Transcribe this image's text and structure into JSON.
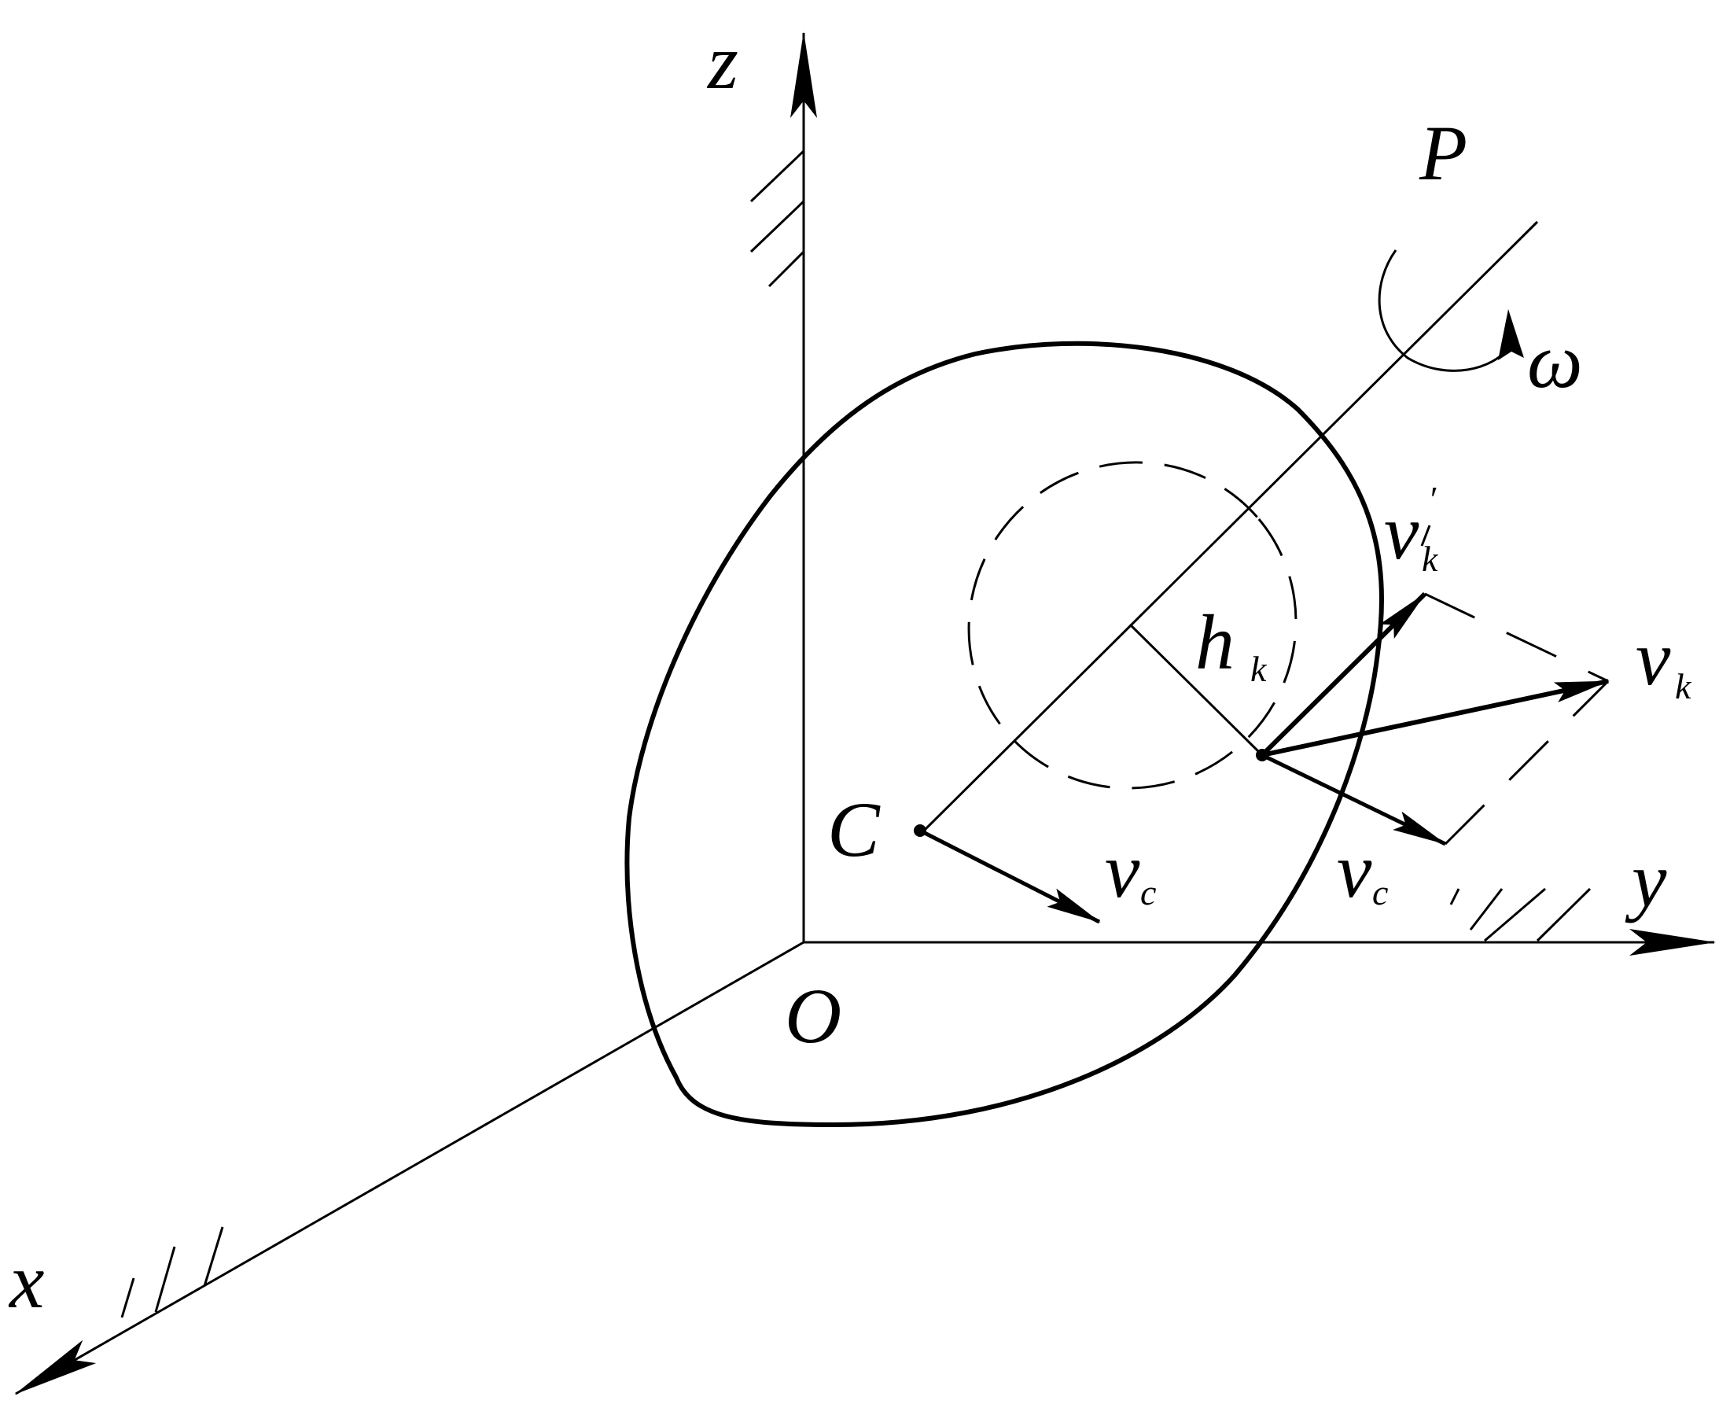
{
  "diagram": {
    "axes": {
      "x": "x",
      "y": "y",
      "z": "z",
      "origin": "O"
    },
    "axis_of_rotation": "P",
    "angular_velocity": "ω",
    "center_point": "C",
    "velocity_c_at_C": {
      "base": "v",
      "sub": "c"
    },
    "velocity_c_at_k": {
      "base": "v",
      "sub": "c"
    },
    "velocity_k": {
      "base": "v",
      "sub": "k"
    },
    "velocity_k_prime": {
      "base": "v",
      "sub": "k",
      "prime": "′"
    },
    "distance_hk": {
      "base": "h",
      "sub": "k"
    }
  }
}
